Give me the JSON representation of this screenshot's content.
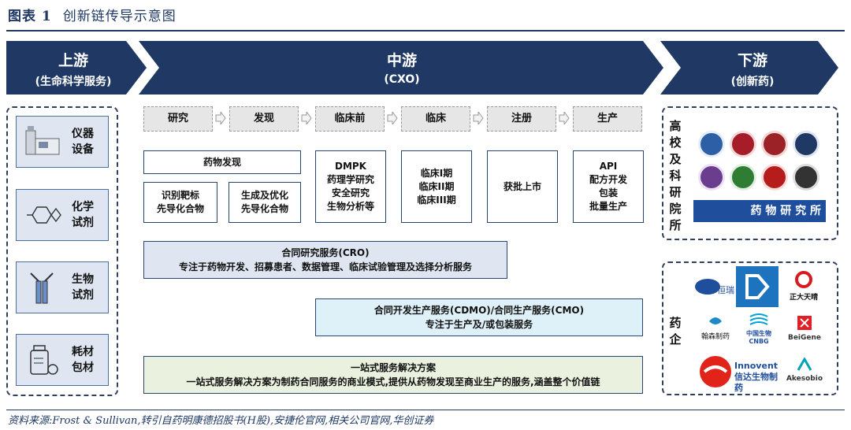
{
  "figure_title": {
    "label": "图表 1",
    "text": "创新链传导示意图"
  },
  "stages": {
    "upstream": {
      "main": "上游",
      "sub": "(生命科学服务)"
    },
    "midstream": {
      "main": "中游",
      "sub": "(CXO)"
    },
    "downstream": {
      "main": "下游",
      "sub": "(创新药)"
    }
  },
  "upstream_items": [
    {
      "label": "仪器\n设备",
      "icon": "lab-instrument-icon"
    },
    {
      "label": "化学\n试剂",
      "icon": "molecule-icon"
    },
    {
      "label": "生物\n试剂",
      "icon": "test-tube-icon"
    },
    {
      "label": "耗材\n包材",
      "icon": "bottle-icon"
    }
  ],
  "steps": [
    "研究",
    "发现",
    "临床前",
    "临床",
    "注册",
    "生产"
  ],
  "mid": {
    "drug_discovery": "药物发现",
    "target_id": "识别靶标\n先导化合物",
    "lead_opt": "生成及优化\n先导化合物",
    "preclinical": "DMPK\n药理学研究\n安全研究\n生物分析等",
    "clinical": "临床I期\n临床II期\n临床III期",
    "approval": "获批上市",
    "production": "API\n配方开发\n包装\n批量生产"
  },
  "services": {
    "cro_title": "合同研究服务(CRO)",
    "cro_desc": "专注于药物开发、招募患者、数据管理、临床试验管理及选择分析服务",
    "cdmo_title": "合同开发生产服务(CDMO)/合同生产服务(CMO)",
    "cdmo_desc": "专注于生产及/或包装服务",
    "onestop_title": "一站式服务解决方案",
    "onestop_desc": "一站式服务解决方案为制药合同服务的商业模式,提供从药物发现至商业生产的服务,涵盖整个价值链"
  },
  "downstream": {
    "academic_label": "高\n校\n及\n科\n研\n院\n所",
    "institute_banner": "药 物 研 究 所",
    "pharma_label": "药\n企",
    "companies": [
      "恒瑞",
      "正大天晴",
      "翰森制药",
      "中国生物 CNBG",
      "BeiGene",
      "Innovent 信达生物制药",
      "Akesobio"
    ]
  },
  "colors": {
    "navy": "#1f3864",
    "light_blue": "#dfe6f1",
    "cyan_box": "#dff1f8",
    "green_box": "#eaf1df",
    "grey_step": "#e6e6e6"
  },
  "source": "资料来源:Frost & Sullivan,转引自药明康德招股书(H股),安捷伦官网,相关公司官网,华创证券"
}
